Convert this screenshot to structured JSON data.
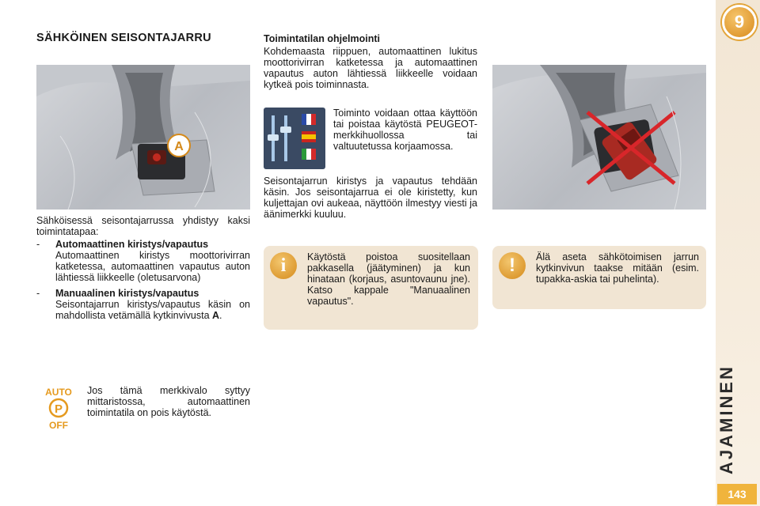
{
  "sidebar": {
    "chapter_number": "9",
    "chapter_title": "AJAMINEN",
    "page_number": "143"
  },
  "heading": "SÄHKÖINEN SEISONTAJARRU",
  "photo1": {
    "letter": "A"
  },
  "column1": {
    "intro": "Sähköisessä seisontajarrussa yhdistyy kaksi toimintatapaa:",
    "items": [
      {
        "dash": "-",
        "title": "Automaattinen kiristys/vapautus",
        "body": "Automaattinen kiristys moottorivirran katketessa, automaattinen vapautus auton lähtiessä liikkeelle (oletusarvona)"
      },
      {
        "dash": "-",
        "title": "Manuaalinen kiristys/vapautus",
        "body_prefix": "Seisontajarrun kiristys/vapautus käsin on mahdollista vetämällä kytkinvivusta ",
        "body_bold": "A",
        "body_suffix": "."
      }
    ],
    "auto_off_icon": {
      "line1": "AUTO",
      "symbol": "P",
      "line3": "OFF"
    },
    "auto_off_text": "Jos tämä merkkivalo syttyy mittaristossa, automaattinen toimintatila on pois käytöstä."
  },
  "column2": {
    "heading": "Toimintatilan ohjelmointi",
    "intro": "Kohdemaasta riippuen, automaattinen lukitus moottorivirran katketessa ja automaattinen vapautus auton lähtiessä liikkeelle voidaan kytkeä pois toiminnasta.",
    "settings_text": "Toiminto voidaan ottaa käyttöön tai poistaa käytöstä PEUGEOT-merkkihuollossa tai valtuutetussa korjaamossa.",
    "manual_text": "Seisontajarrun kiristys ja vapautus tehdään käsin. Jos seisontajarrua ei ole kiristetty, kun kuljettajan ovi aukeaa, näyttöön ilmestyy viesti ja äänimerkki kuuluu."
  },
  "note_info": {
    "icon": "i",
    "text": "Käytöstä poistoa suositellaan pakkasella (jäätyminen) ja kun hinataan (korjaus, asuntovaunu jne). Katso kappale \"Manuaalinen vapautus\"."
  },
  "note_warning": {
    "icon": "!",
    "text": "Älä aseta sähkötoimisen jarrun kytkinvivun taakse mitään (esim. tupakka-askia tai puhelinta)."
  },
  "colors": {
    "accent": "#e3a53a",
    "note_bg": "#f1e5d3",
    "sidebar_bg": "#f4e9d9"
  }
}
